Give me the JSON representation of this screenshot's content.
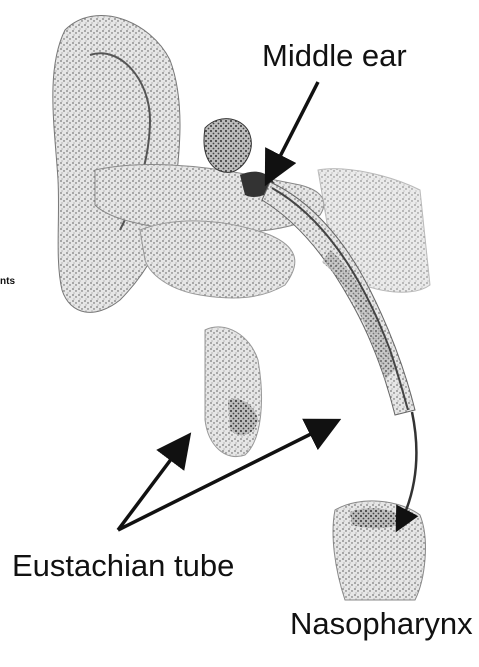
{
  "labels": {
    "middle_ear": "Middle ear",
    "eustachian_tube": "Eustachian tube",
    "nasopharynx": "Nasopharynx",
    "cropped_fragment": "nts"
  },
  "icons": [
    "ear-anatomy-illustration",
    "arrow-icon"
  ],
  "colors": {
    "ink": "#111111",
    "shading": "#9a9a9a",
    "background": "#ffffff"
  }
}
